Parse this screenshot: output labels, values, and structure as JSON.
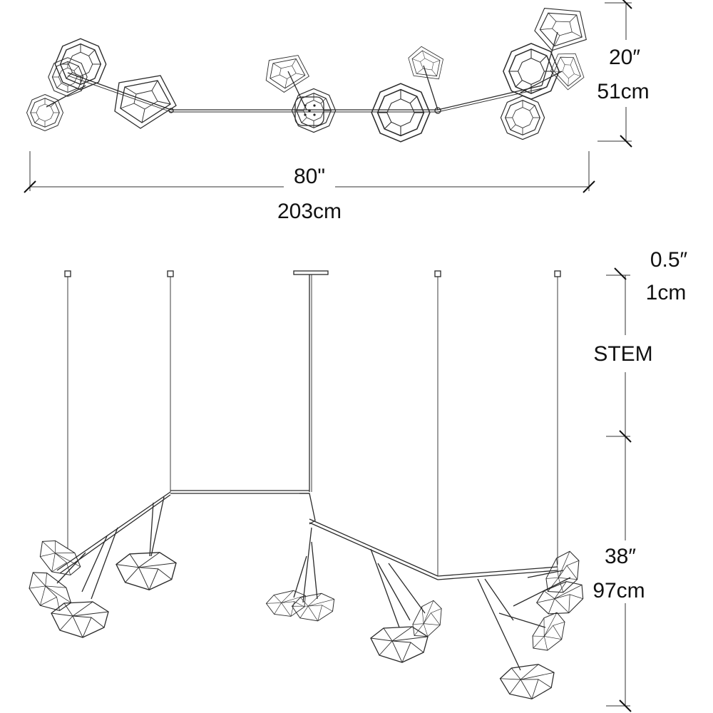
{
  "dimensions": {
    "overall_width_in": "80\"",
    "overall_width_cm": "203cm",
    "depth_in": "20″",
    "depth_cm": "51cm",
    "canopy_in": "0.5″",
    "canopy_cm": "1cm",
    "stem_label": "STEM",
    "fixture_height_in": "38″",
    "fixture_height_cm": "97cm"
  }
}
